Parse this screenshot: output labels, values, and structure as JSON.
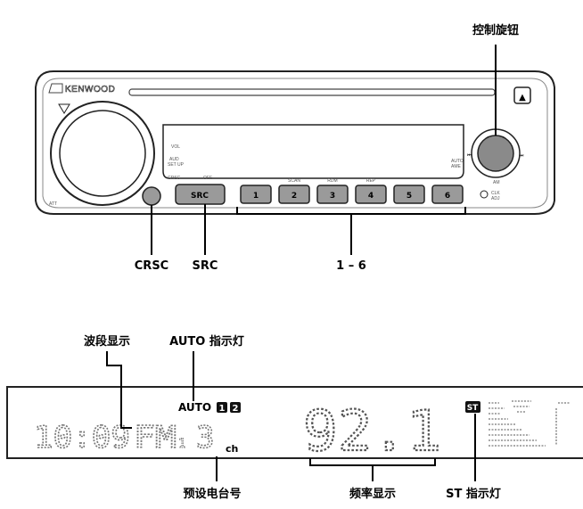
{
  "callouts": {
    "control_knob": "控制旋钮",
    "crsc": "CRSC",
    "src": "SRC",
    "presets": "1 – 6",
    "band_display": "波段显示",
    "auto_indicator": "AUTO 指示灯",
    "preset_number": "预设电台号",
    "frequency_display": "频率显示",
    "st_indicator": "ST 指示灯"
  },
  "faceplate": {
    "brand": "KENWOOD",
    "eject_symbol": "▲",
    "src_button": "SRC",
    "preset_buttons": [
      "1",
      "2",
      "3",
      "4",
      "5",
      "6"
    ],
    "preset_captions": [
      "",
      "SCAN",
      "RDM",
      "REP",
      "",
      ""
    ],
    "left_labels": [
      "VOL",
      "AUD",
      "SET UP",
      "CRSC",
      "OFF"
    ],
    "right_labels": [
      "AUTO",
      "AME",
      "AM",
      "CLK",
      "ADJ"
    ],
    "att_label": "ATT"
  },
  "display": {
    "auto_text": "AUTO",
    "auto_badges": [
      "1",
      "2"
    ],
    "clock": "10:09",
    "band": "FM",
    "band_sub": "1",
    "preset": "3",
    "preset_unit": "ch",
    "frequency": "92.1",
    "st_badge": "ST"
  }
}
